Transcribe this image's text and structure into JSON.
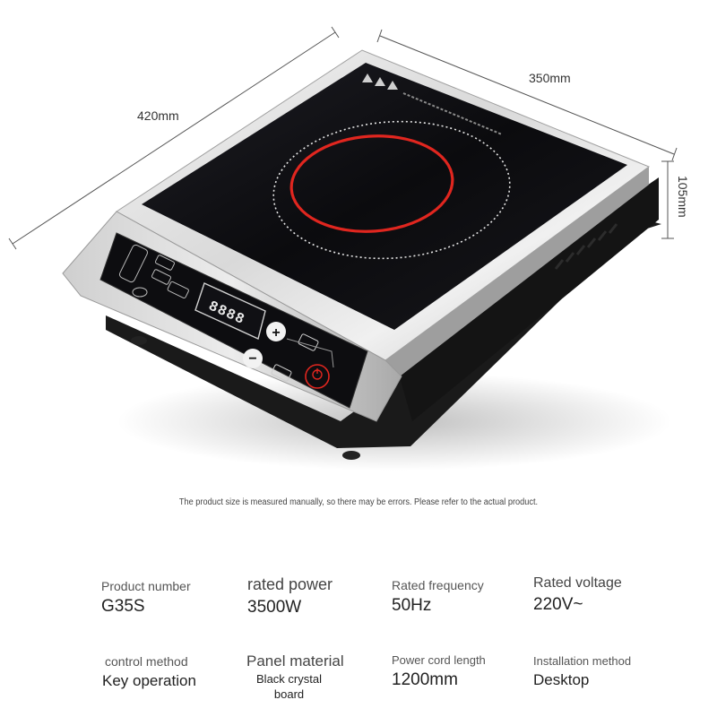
{
  "dimensions": {
    "depth": "420mm",
    "width": "350mm",
    "height": "105mm"
  },
  "control_panel": {
    "display_digits": "8888",
    "plus_symbol": "+",
    "minus_symbol": "−"
  },
  "notice": "The product size is measured manually, so there may be errors. Please refer to the actual product.",
  "specs": [
    {
      "label": "Product number",
      "value": "G35S"
    },
    {
      "label": "rated power",
      "value": "3500W"
    },
    {
      "label": "Rated frequency",
      "value": "50Hz"
    },
    {
      "label": "Rated voltage",
      "value": "220V~"
    },
    {
      "label": "control method",
      "value": "Key operation"
    },
    {
      "label": "Panel material",
      "value": "Black crystal board"
    },
    {
      "label": "Power cord length",
      "value": "1200mm"
    },
    {
      "label": "Installation method",
      "value": "Desktop"
    }
  ]
}
